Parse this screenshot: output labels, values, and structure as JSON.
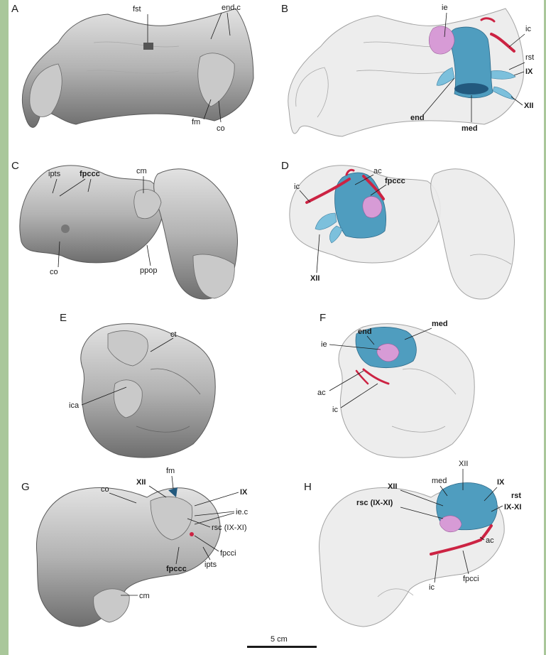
{
  "panels": {
    "A": {
      "label": "A",
      "annotations": {
        "fst": "fst",
        "end_c": "end.c",
        "fm": "fm",
        "co": "co"
      }
    },
    "B": {
      "label": "B",
      "annotations": {
        "ie": "ie",
        "ic": "ic",
        "rst": "rst",
        "IX": "IX",
        "XII": "XII",
        "end": "end",
        "med": "med"
      }
    },
    "C": {
      "label": "C",
      "annotations": {
        "ipts": "ipts",
        "fpccc": "fpccc",
        "cm": "cm",
        "co": "co",
        "ppop": "ppop"
      }
    },
    "D": {
      "label": "D",
      "annotations": {
        "ac": "ac",
        "ic": "ic",
        "fpccc": "fpccc",
        "XII": "XII"
      }
    },
    "E": {
      "label": "E",
      "annotations": {
        "ct": "ct",
        "ica": "ica"
      }
    },
    "F": {
      "label": "F",
      "annotations": {
        "end": "end",
        "med": "med",
        "ie": "ie",
        "ac": "ac",
        "ic": "ic"
      }
    },
    "G": {
      "label": "G",
      "annotations": {
        "co": "co",
        "XII": "XII",
        "fm": "fm",
        "IX": "IX",
        "ie_c": "ie.c",
        "rsc": "rsc (IX-XI)",
        "fpcci": "fpcci",
        "fpccc": "fpccc",
        "ipts": "ipts",
        "cm": "cm"
      }
    },
    "H": {
      "label": "H",
      "annotations": {
        "XII_top": "XII",
        "XII": "XII",
        "med": "med",
        "IX": "IX",
        "rst": "rst",
        "IX_XI": "IX-XI",
        "rsc": "rsc (IX-XI)",
        "ac": "ac",
        "ic": "ic",
        "fpcci": "fpcci"
      }
    }
  },
  "scale_bar": {
    "label": "5 cm"
  },
  "colors": {
    "bone": "#b8b8b8",
    "transparent_bone": "#ececec",
    "endocast_blue": "#4f9dbf",
    "inner_ear_pink": "#d79bd6",
    "artery_red": "#cc2343",
    "side_strip": "#a9c79a"
  }
}
